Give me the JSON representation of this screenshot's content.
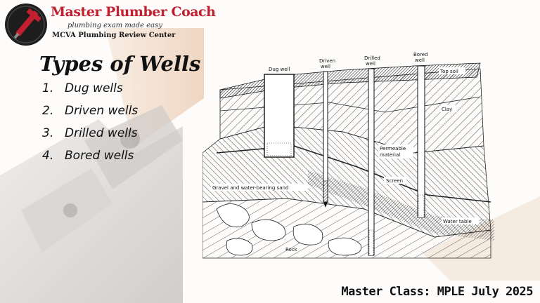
{
  "brand": {
    "name": "Master Plumber Coach",
    "tagline": "plumbing exam made easy",
    "center": "MCVA Plumbing Review Center"
  },
  "logo": {
    "icon": "wrench-icon",
    "accent": "#c3202f"
  },
  "slide": {
    "title": "Types of Wells",
    "items": [
      {
        "num": "1.",
        "label": "Dug wells"
      },
      {
        "num": "2.",
        "label": "Driven wells"
      },
      {
        "num": "3.",
        "label": "Drilled wells"
      },
      {
        "num": "4.",
        "label": "Bored wells"
      }
    ]
  },
  "diagram": {
    "labels": {
      "dug_well": "Dug well",
      "driven_well_1": "Driven",
      "driven_well_2": "well",
      "drilled_well_1": "Drilled",
      "drilled_well_2": "well",
      "bored_well_1": "Bored",
      "bored_well_2": "well",
      "top_soil": "Top soil",
      "clay": "Clay",
      "permeable_1": "Permeable",
      "permeable_2": "material",
      "screen": "Screen",
      "gravel": "Gravel and water-bearing sand",
      "water_table": "Water table",
      "rock": "Rock"
    }
  },
  "footer": {
    "text": "Master Class: MPLE July 2025"
  }
}
